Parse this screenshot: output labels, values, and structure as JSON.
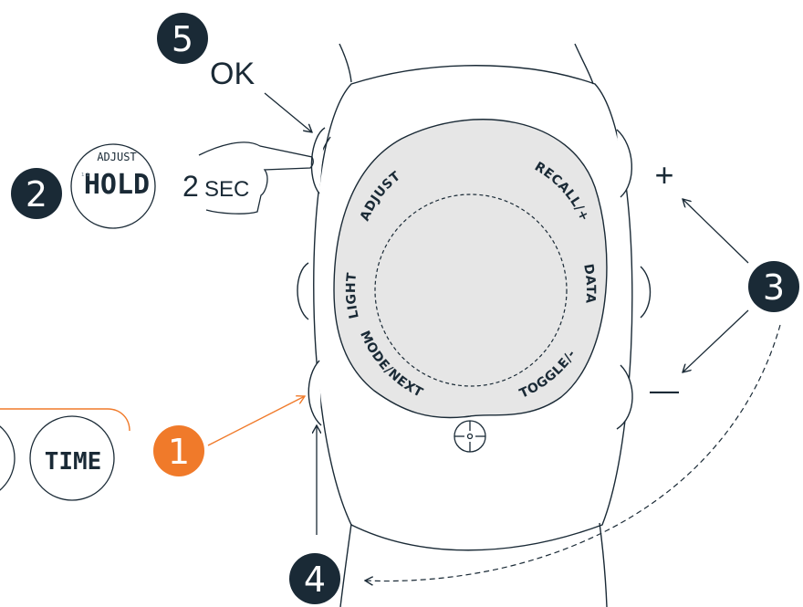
{
  "colors": {
    "ink": "#1a2a36",
    "face": "#e6e6e6",
    "accent": "#f07a2a",
    "background": "#ffffff"
  },
  "steps": {
    "s1": "1",
    "s2": "2",
    "s3": "3",
    "s4": "4",
    "s5": "5"
  },
  "texts": {
    "ok": "OK",
    "plus": "+",
    "minus": "—",
    "two_sec_digit": "2",
    "two_sec_unit": "SEC"
  },
  "display_hold": {
    "top": "ADJUST",
    "main": "HOLD",
    "corner": "¹¹"
  },
  "display_time": {
    "main": "TIME"
  },
  "buttons": {
    "adjust": "ADJUST",
    "recall": "RECALL/+",
    "light": "LIGHT",
    "data": "DATA",
    "mode_next": "MODE/NEXT",
    "toggle": "TOGGLE/-"
  }
}
